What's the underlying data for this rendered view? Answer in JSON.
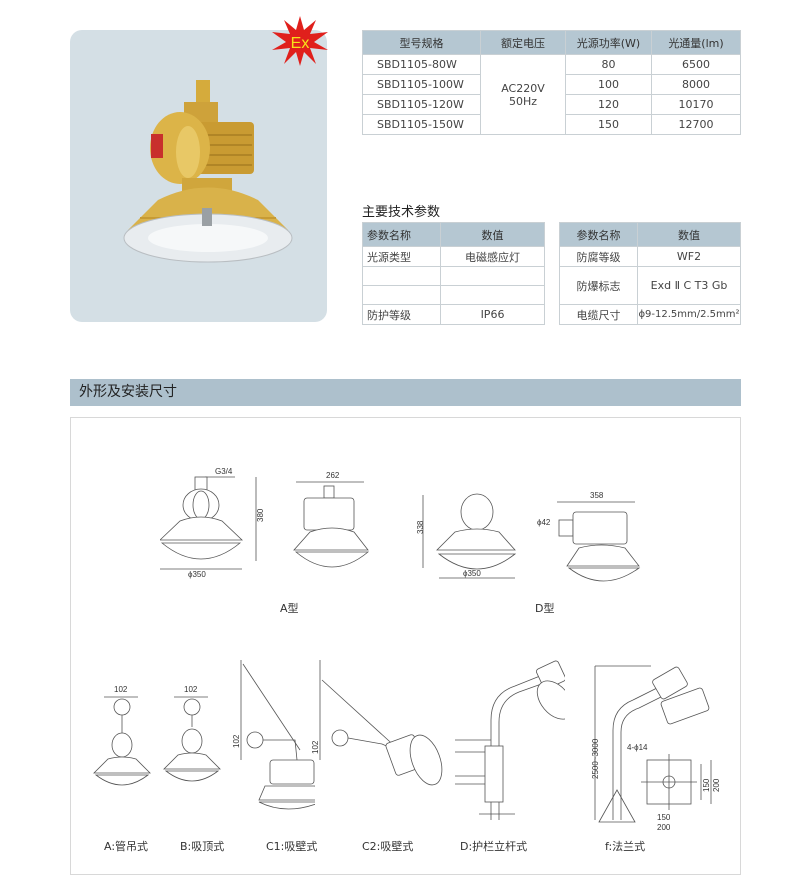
{
  "product": {
    "badge": "Ex",
    "image_alt": "explosion-proof lamp"
  },
  "models_table": {
    "headers": [
      "型号规格",
      "额定电压",
      "光源功率(W)",
      "光通量(lm)"
    ],
    "voltage": [
      "AC220V",
      "50Hz"
    ],
    "rows": [
      {
        "model": "SBD1105-80W",
        "power": "80",
        "flux": "6500"
      },
      {
        "model": "SBD1105-100W",
        "power": "100",
        "flux": "8000"
      },
      {
        "model": "SBD1105-120W",
        "power": "120",
        "flux": "10170"
      },
      {
        "model": "SBD1105-150W",
        "power": "150",
        "flux": "12700"
      }
    ]
  },
  "tech_params": {
    "title": "主要技术参数",
    "left": {
      "headers": [
        "参数名称",
        "数值"
      ],
      "rows": [
        {
          "name": "光源类型",
          "value": "电磁感应灯"
        },
        {
          "name": "",
          "value": ""
        },
        {
          "name": "",
          "value": ""
        },
        {
          "name": "防护等级",
          "value": "IP66"
        }
      ]
    },
    "right": {
      "headers": [
        "参数名称",
        "数值"
      ],
      "rows": [
        {
          "name": "防腐等级",
          "value": "WF2"
        },
        {
          "name": "防爆标志",
          "value": "Exd Ⅱ C T3 Gb"
        },
        {
          "name": "电缆尺寸",
          "value": "ϕ9-12.5mm/2.5mm²"
        }
      ]
    }
  },
  "dimensions": {
    "title": "外形及安装尺寸",
    "type_a": {
      "caption": "A型",
      "labels": {
        "thread": "G3/4",
        "height": "380",
        "diameter": "ϕ350",
        "width": "262"
      }
    },
    "type_d": {
      "caption": "D型",
      "labels": {
        "height": "338",
        "diameter": "ϕ350",
        "pipe": "ϕ42",
        "width": "358"
      }
    },
    "mounts": [
      {
        "caption": "A:管吊式",
        "dim": "102"
      },
      {
        "caption": "B:吸顶式",
        "dim": "102"
      },
      {
        "caption": "C1:吸壁式",
        "dim": "102"
      },
      {
        "caption": "C2:吸壁式",
        "dim": "102"
      },
      {
        "caption": "D:护栏立杆式",
        "dim": ""
      },
      {
        "caption": "f:法兰式",
        "dim": "2500~3000",
        "holes": "4-ϕ14",
        "inner": "150",
        "outer": "200"
      }
    ]
  }
}
